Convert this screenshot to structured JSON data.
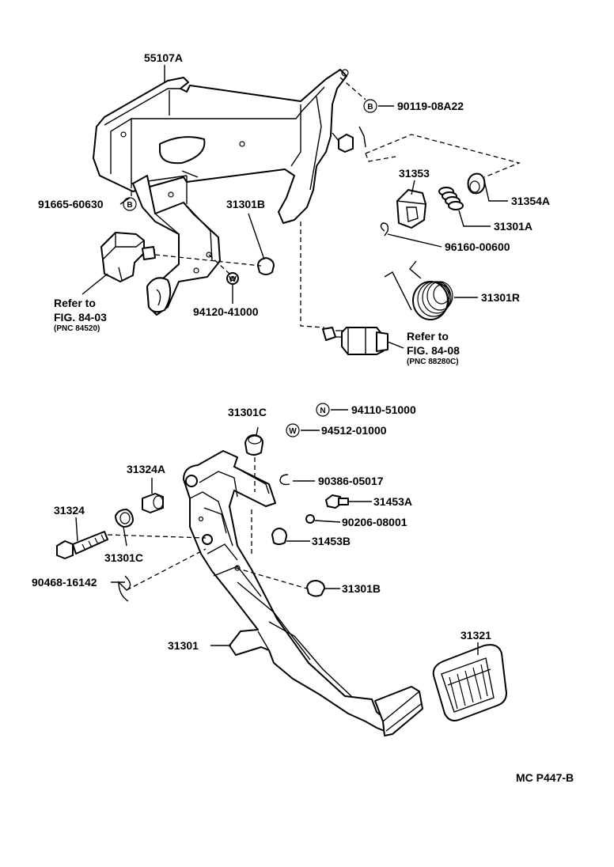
{
  "parts": {
    "p55107a": "55107A",
    "p90119": "90119-08A22",
    "p31353": "31353",
    "p31354a": "31354A",
    "p91665": "91665-60630",
    "p31301b_top": "31301B",
    "p31301a": "31301A",
    "p96160": "96160-00600",
    "p31301r": "31301R",
    "p94120": "94120-41000",
    "p31301c_top": "31301C",
    "p94110": "94110-51000",
    "p94512": "94512-01000",
    "p31324a": "31324A",
    "p90386": "90386-05017",
    "p31453a": "31453A",
    "p31324": "31324",
    "p90206": "90206-08001",
    "p31453b": "31453B",
    "p31301c_bot": "31301C",
    "p90468": "90468-16142",
    "p31301b_bot": "31301B",
    "p31321": "31321",
    "p31301": "31301"
  },
  "symbols": {
    "b": "B",
    "n": "N",
    "w": "W"
  },
  "refs": {
    "left": {
      "refer": "Refer to",
      "fig": "FIG. 84-03",
      "pnc": "(PNC 84520)"
    },
    "right": {
      "refer": "Refer to",
      "fig": "FIG. 84-08",
      "pnc": "(PNC 88280C)"
    }
  },
  "footer": {
    "code": "MC  P447-B"
  }
}
